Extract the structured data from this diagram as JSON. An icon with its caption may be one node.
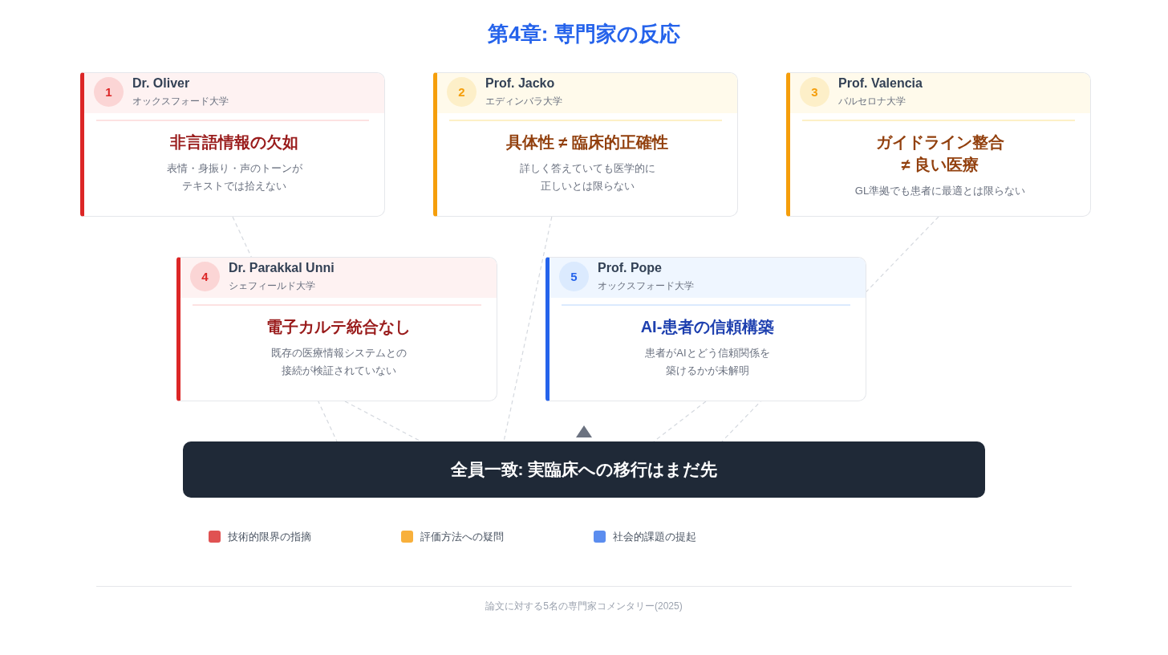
{
  "diagram": {
    "title": "第4章: 専門家の反応",
    "caption": "論文に対する5名の専門家コメンタリー(2025)",
    "nodes": [
      {
        "text": [
          "Dr. Oliver",
          "オックスフォード大学",
          "非言語情報の欠如",
          "表情・身振り・声のトーンがテキストでは拾えない"
        ]
      },
      {
        "text": [
          "1"
        ],
        "in": 0
      },
      {
        "text": [
          "Prof. Jacko",
          "エディンバラ大学",
          "具体性 ≠ 臨床的正確性",
          "詳しく答えていても医学的に正しいとは限らない"
        ]
      },
      {
        "text": [
          "2"
        ],
        "in": 2
      },
      {
        "text": [
          "Prof. Valencia",
          "バルセロナ大学",
          "ガイドライン整合 ≠ 良い医療",
          "GL準拠でも患者に最適とは限らない"
        ]
      },
      {
        "text": [
          "3"
        ],
        "in": 4
      },
      {
        "text": [
          "Dr. Parakkal Unni",
          "シェフィールド大学",
          "電子カルテ統合なし",
          "既存の医療情報システムとの接続が検証されていない"
        ]
      },
      {
        "text": [
          "4"
        ],
        "in": 6
      },
      {
        "text": [
          "Prof. Pope",
          "オックスフォード大学",
          "AI-患者の信頼構築",
          "患者がAIとどう信頼関係を築けるかが未解明"
        ]
      },
      {
        "text": [
          "5"
        ],
        "in": 8
      },
      {
        "text": [
          "全員一致: 実臨床への移行はまだ先"
        ]
      }
    ],
    "edges": [
      {
        "from": 0,
        "to": 10,
        "arrow": "none",
        "style": "dashed"
      },
      {
        "from": 2,
        "to": 10,
        "arrow": "none",
        "style": "dashed"
      },
      {
        "from": 4,
        "to": 10,
        "arrow": "none",
        "style": "dashed"
      },
      {
        "from": 6,
        "to": 10,
        "arrow": "none",
        "style": "dashed"
      },
      {
        "from": 8,
        "to": 10,
        "arrow": "none",
        "style": "dashed"
      }
    ],
    "legend": [
      {
        "text": "技術的限界の指摘",
        "color": "#e05252"
      },
      {
        "text": "評価方法への疑問",
        "color": "#f8b03b"
      },
      {
        "text": "社会的課題の提起",
        "color": "#5b8def"
      }
    ]
  }
}
